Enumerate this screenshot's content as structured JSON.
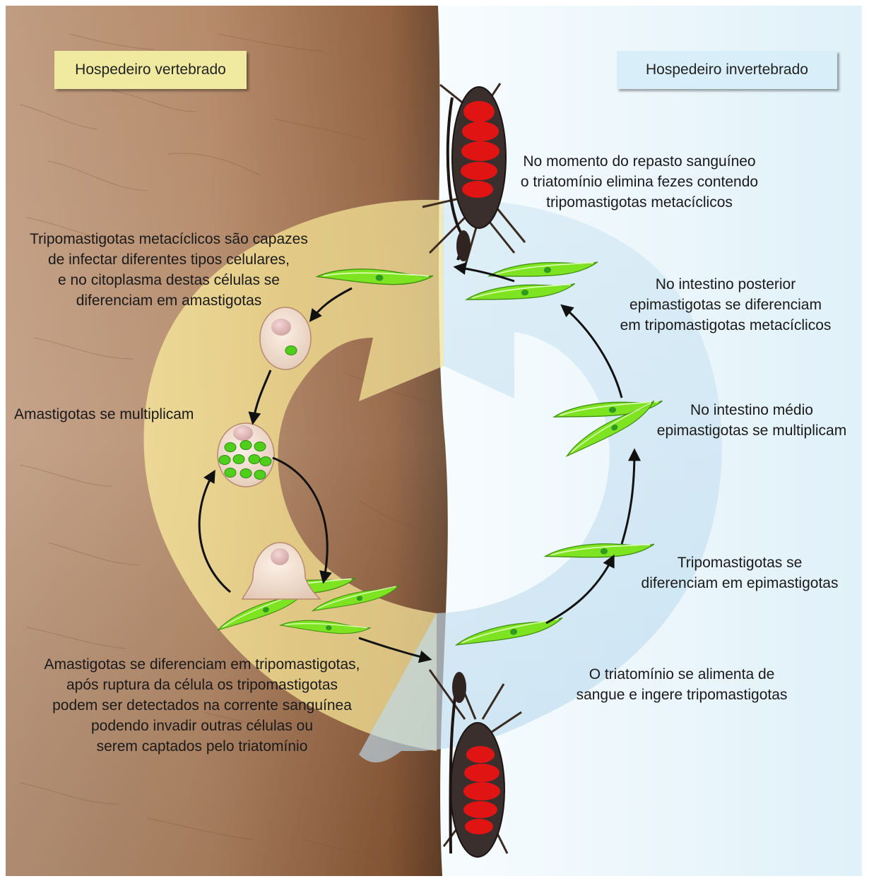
{
  "labels": {
    "vertebrate_host": "Hospedeiro vertebrado",
    "invertebrate_host": "Hospedeiro invertebrado"
  },
  "captions": {
    "blood_meal": [
      "No momento do repasto sanguíneo",
      "o triatomínio elimina fezes contendo",
      "tripomastigotas metacíclicos"
    ],
    "infect_cells": [
      "Tripomastigotas metacíclicos são capazes",
      "de infectar diferentes tipos celulares,",
      "e no citoplasma destas células se",
      "diferenciam em amastigotas"
    ],
    "posterior_intestine": [
      "No intestino posterior",
      "epimastigotas se diferenciam",
      "em tripomastigotas metacíclicos"
    ],
    "amastigote_multiply": [
      "Amastigotas se multiplicam"
    ],
    "middle_intestine": [
      "No intestino médio",
      "epimastigotas se multiplicam"
    ],
    "trypo_to_epi": [
      "Tripomastigotas se",
      "diferenciam em epimastigotas"
    ],
    "amastigote_to_trypo": [
      "Amastigotas se diferenciam em tripomastigotas,",
      "após ruptura da célula os tripomastigotas",
      "podem ser detectados na corrente sanguínea",
      "podendo invadir outras células ou",
      "serem captados pelo triatomínio"
    ],
    "bug_feeds": [
      "O triatomínio se alimenta de",
      "sangue e ingere tripomastigotas"
    ]
  },
  "colors": {
    "skin": "#a0724d",
    "blue_side": "#e2f3fb",
    "cycle_band": "#f1df95",
    "parasite": "#74dd1e",
    "bug_red": "#e21313"
  }
}
